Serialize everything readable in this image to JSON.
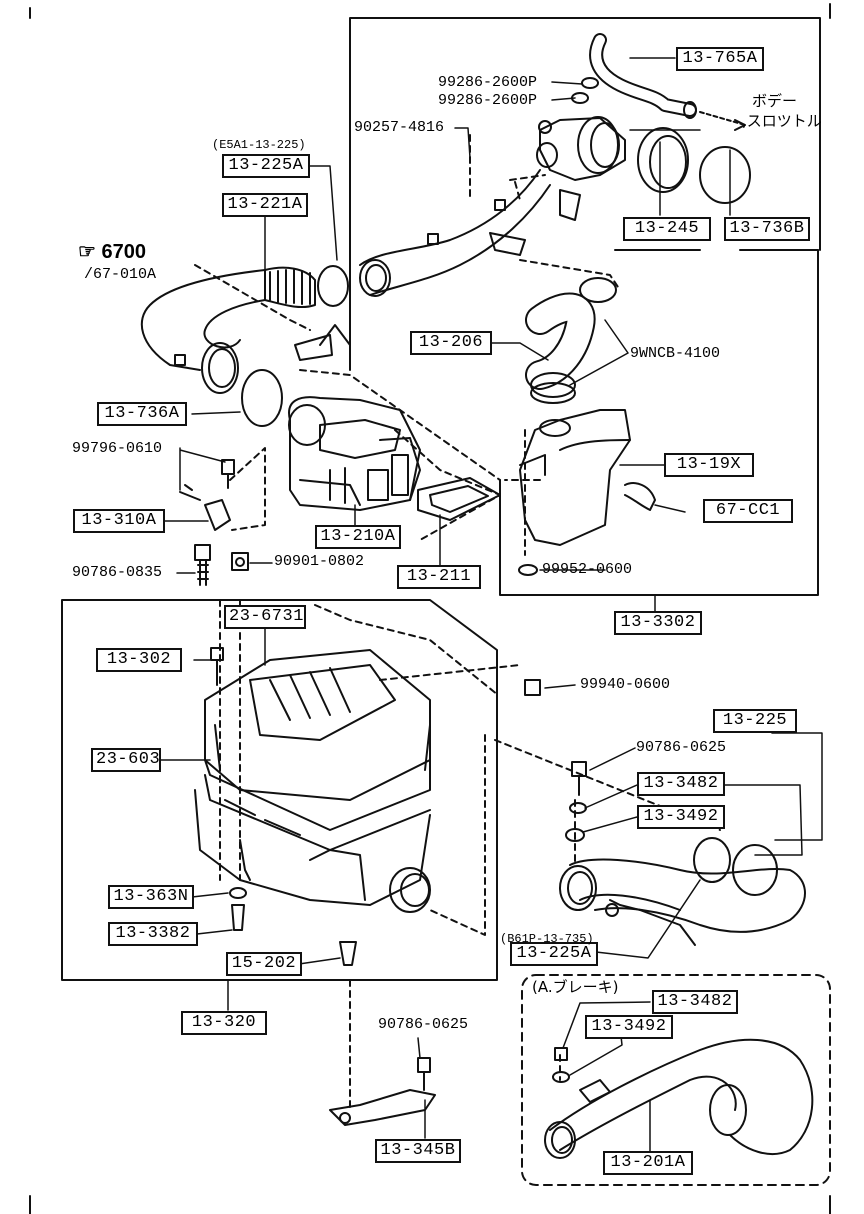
{
  "diagram": {
    "parts": {
      "p13_765A": "13-765A",
      "p13_225A_top": "13-225A",
      "p13_221A": "13-221A",
      "p13_245": "13-245",
      "p13_736B": "13-736B",
      "p13_206": "13-206",
      "p13_736A": "13-736A",
      "p13_19X": "13-19X",
      "p67_CC1": "67-CC1",
      "p13_310A": "13-310A",
      "p13_210A": "13-210A",
      "p13_211": "13-211",
      "p13_3302": "13-3302",
      "p23_6731": "23-6731",
      "p13_302": "13-302",
      "p23_603": "23-603",
      "p13_225_right": "13-225",
      "p13_3482_a": "13-3482",
      "p13_3492_a": "13-3492",
      "p13_363N": "13-363N",
      "p13_3382": "13-3382",
      "p15_202": "15-202",
      "p13_225A_bottom": "13-225A",
      "p13_320": "13-320",
      "p13_3482_b": "13-3482",
      "p13_3492_b": "13-3492",
      "p13_345B": "13-345B",
      "p13_201A": "13-201A"
    },
    "codes": {
      "c99286_a": "99286-2600P",
      "c99286_b": "99286-2600P",
      "c90257": "90257-4816",
      "c_e5a1": "(E5A1-13-225)",
      "c_ref_num": "6700",
      "c_ref_sub": "/67-010A",
      "c9wncb": "9WNCB-4100",
      "c99796": "99796-0610",
      "c90786_0835": "90786-0835",
      "c90901": "90901-0802",
      "c99952": "99952-0600",
      "c99940": "99940-0600",
      "c90786_0625_a": "90786-0625",
      "c_b61p": "(B61P-13-735)",
      "c90786_0625_b": "90786-0625",
      "c_abrake": "(A.ブレーキ)",
      "c_body_1": "ボデー",
      "c_body_2": ",スロツトル"
    }
  }
}
